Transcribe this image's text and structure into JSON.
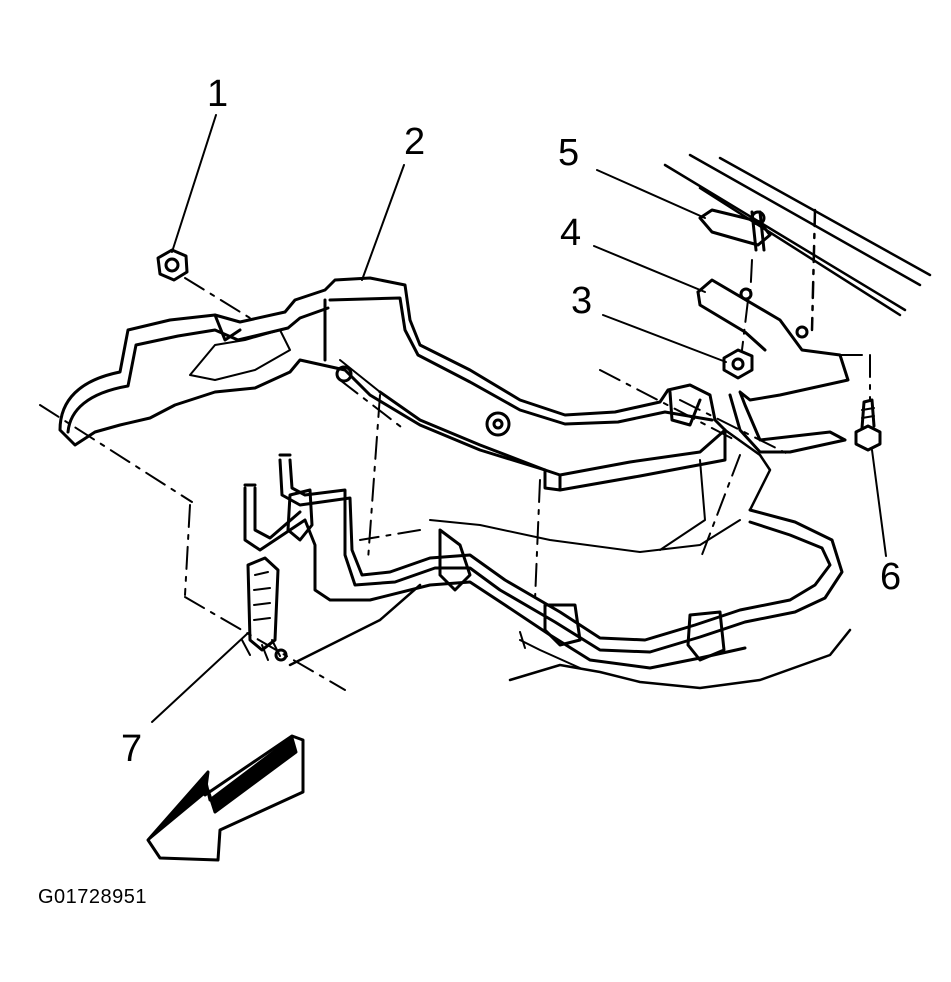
{
  "callouts": [
    "1",
    "2",
    "3",
    "4",
    "5",
    "6",
    "7"
  ],
  "figure_id": "G01728951",
  "colors": {
    "ink": "#000000",
    "paper": "#ffffff"
  }
}
